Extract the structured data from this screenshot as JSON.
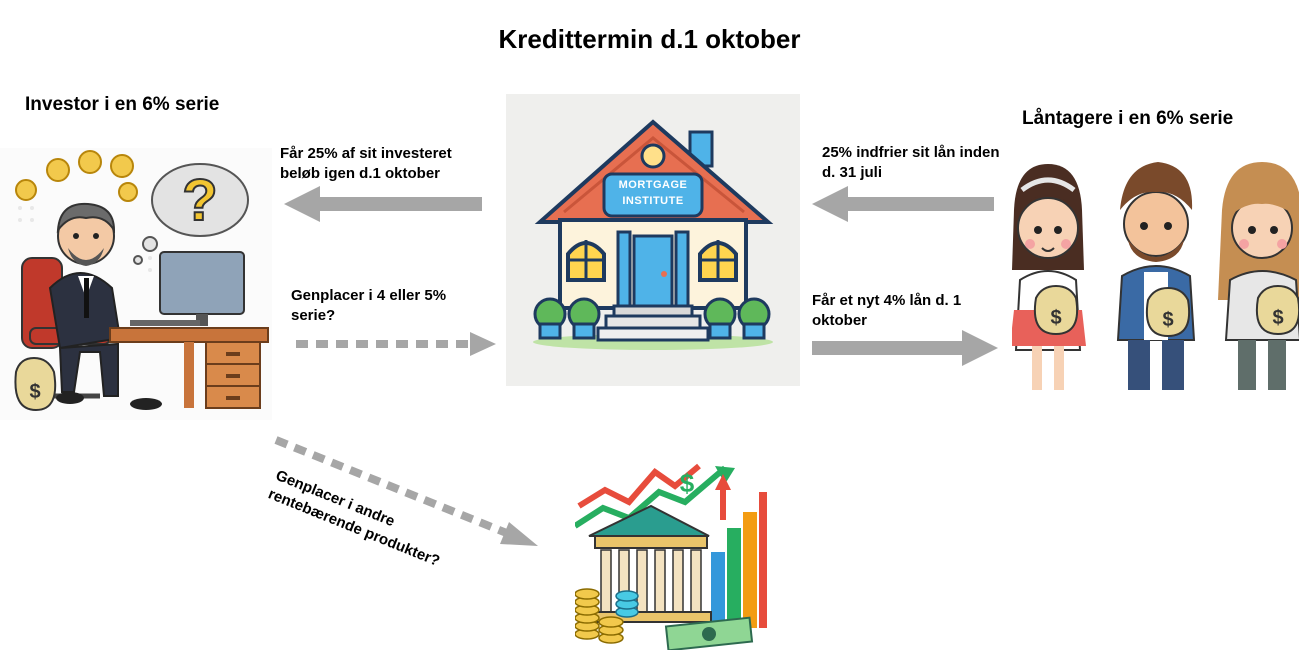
{
  "title": "Kredittermin d.1 oktober",
  "headings": {
    "investor": "Investor i en 6% serie",
    "borrowers": "Låntagere i en 6% serie"
  },
  "flows": {
    "investor_receives": "Får 25% af sit investeret beløb igen d.1 oktober",
    "borrowers_prepay": "25% indfrier sit lån inden d. 31 juli",
    "reinvest_new_series": "Genplacer i 4 eller 5% serie?",
    "borrowers_new_loan": "Får et nyt 4% lån d. 1 oktober",
    "reinvest_other": "Genplacer i andre rentebærende produkter?"
  },
  "images": {
    "institute_sign": "MORTGAGE INSTITUTE",
    "money_symbol": "$",
    "question_mark": "?"
  },
  "colors": {
    "arrow": "#a6a6a6",
    "house_roof": "#e76f51",
    "house_wall": "#fdf3dc",
    "sign": "#4fb3e8",
    "money_bag": "#e9d89a"
  }
}
